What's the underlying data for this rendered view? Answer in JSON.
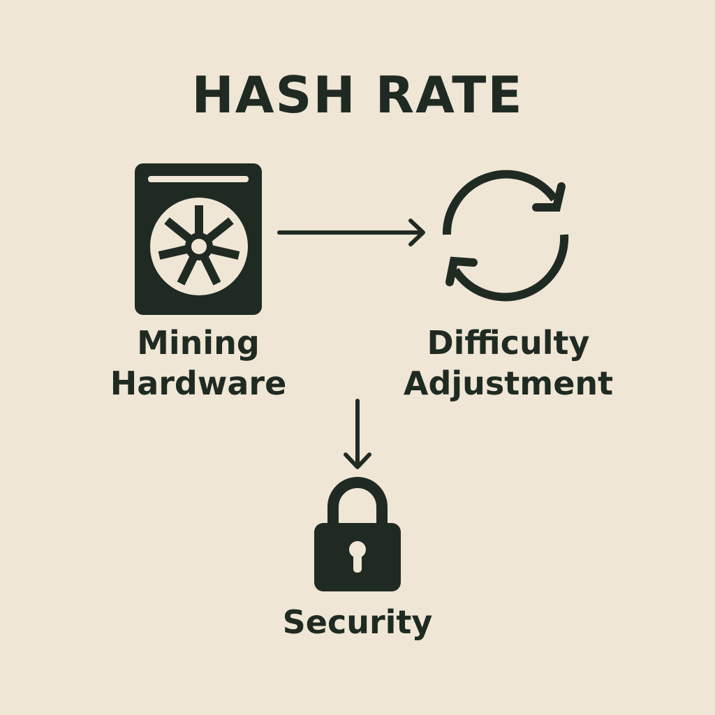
{
  "title": "HASH RATE",
  "nodes": {
    "mining_hardware": {
      "line1": "Mining",
      "line2": "Hardware",
      "icon": "mining-hardware-fan-icon"
    },
    "difficulty_adjustment": {
      "line1": "Difficulty",
      "line2": "Adjustment",
      "icon": "refresh-cycle-icon"
    },
    "security": {
      "label": "Security",
      "icon": "padlock-icon"
    }
  },
  "colors": {
    "background": "#efe6d6",
    "ink": "#1f2a22"
  }
}
